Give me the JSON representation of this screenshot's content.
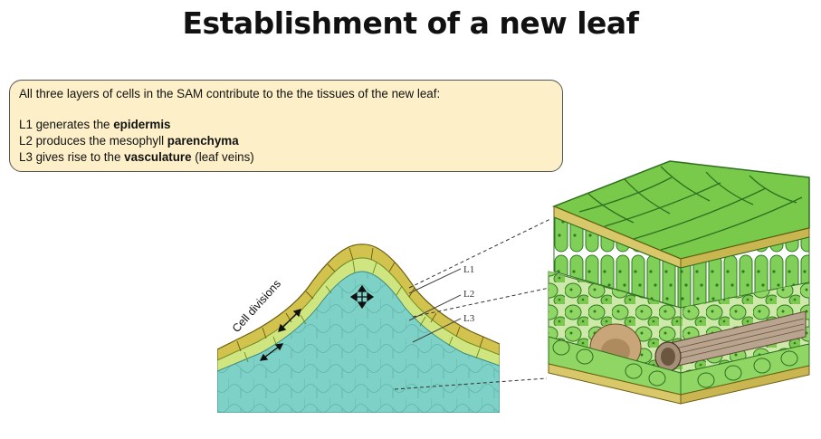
{
  "slide": {
    "title": "Establishment of a new leaf"
  },
  "info_box": {
    "intro": "All three layers of cells in the SAM contribute to the the tissues of the new leaf:",
    "items": [
      {
        "prefix": "L1 generates the ",
        "bold": "epidermis",
        "suffix": ""
      },
      {
        "prefix": "L2 produces the mesophyll ",
        "bold": "parenchyma",
        "suffix": ""
      },
      {
        "prefix": "L3 gives rise to the ",
        "bold": "vasculature",
        "suffix": " (leaf veins)"
      }
    ]
  },
  "diagram": {
    "rotated_label": "Cell divisions",
    "layer_labels": [
      "L1",
      "L2",
      "L3"
    ],
    "colors": {
      "l1": "#d2c24e",
      "l2": "#cfe680",
      "l3": "#7dd1c6",
      "leaf_green": "#6fc23c",
      "leaf_dark": "#3f8f2a",
      "epidermis_tan": "#c8b55a"
    }
  }
}
